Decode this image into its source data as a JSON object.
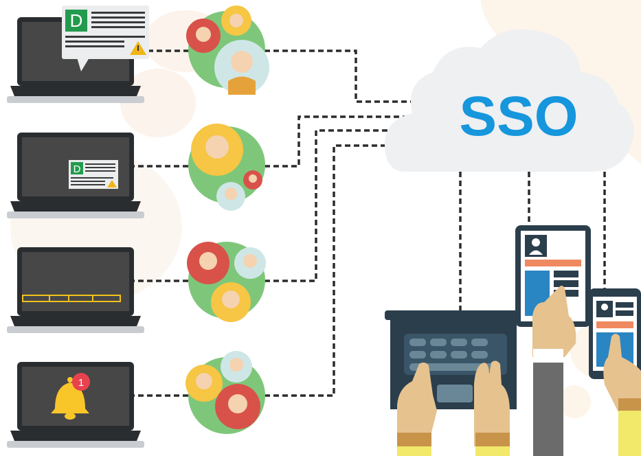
{
  "cloud": {
    "label": "SSO",
    "color": "#1696dc"
  },
  "notification": {
    "badge_count": "1"
  },
  "document_card": {
    "letter": "D"
  },
  "colors": {
    "laptop_screen": "#474747",
    "laptop_frame": "#2a2d30",
    "laptop_base": "#c9ccd0",
    "group_circle": "#7ec77a",
    "connector": "#2b2b2b",
    "warning": "#f2b517",
    "doc_green": "#239b4e",
    "bell": "#f9c62a",
    "badge": "#e8424e",
    "cloud_fill": "#eef0f2",
    "tablet_frame": "#2b3e4c",
    "profile_bar": "#ef8a60",
    "profile_panel": "#2a85c3",
    "skin": "#e6c28f",
    "sleeve_yellow": "#f2e86a",
    "sleeve_grey": "#6b6b6b",
    "sleeve_gold": "#d9a24a"
  }
}
